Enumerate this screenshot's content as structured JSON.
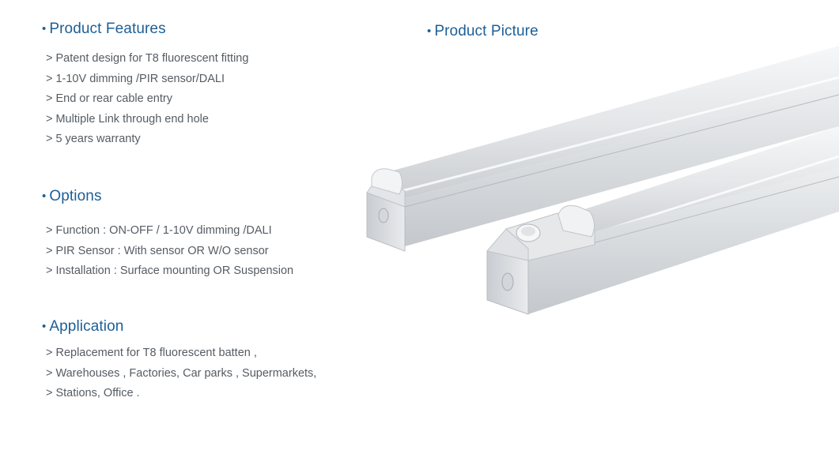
{
  "features": {
    "title": "Product Features",
    "items": [
      "Patent design for T8 fluorescent fitting",
      "1-10V dimming /PIR sensor/DALI",
      "End or rear cable entry",
      "Multiple Link through end hole",
      "5 years warranty"
    ]
  },
  "options": {
    "title": "Options",
    "items": [
      "Function : ON-OFF  / 1-10V dimming /DALI",
      "PIR Sensor  : With sensor OR W/O sensor",
      "Installation : Surface mounting OR Suspension"
    ]
  },
  "application": {
    "title": "Application",
    "items": [
      "Replacement for T8 fluorescent batten  ,",
      "Warehouses , Factories, Car parks , Supermarkets,",
      "Stations,  Office ."
    ]
  },
  "picture": {
    "title": "Product Picture"
  },
  "colors": {
    "heading": "#1d5f96",
    "body_text": "#555c63",
    "product_body": "#dfe1e4"
  },
  "bullet": "•",
  "item_prefix": ">"
}
